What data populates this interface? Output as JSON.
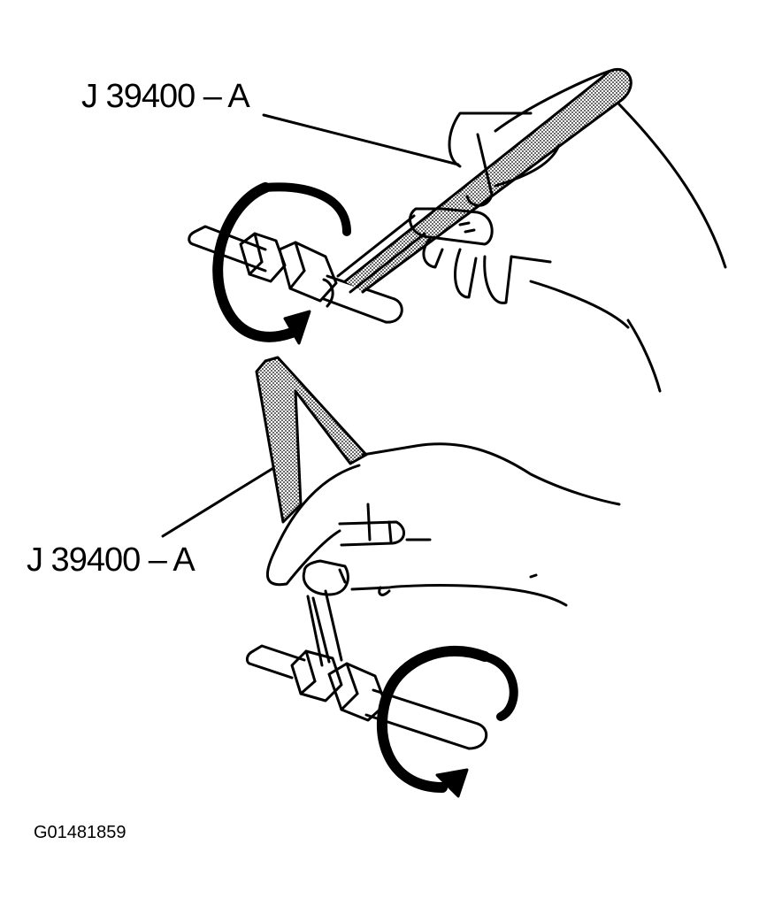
{
  "callouts": {
    "top": "J 39400 – A",
    "bottom": "J 39400 – A"
  },
  "figure_id": "G01481859",
  "colors": {
    "ink": "#000000",
    "paper": "#ffffff",
    "tool_fill": "#b8b8b8"
  }
}
